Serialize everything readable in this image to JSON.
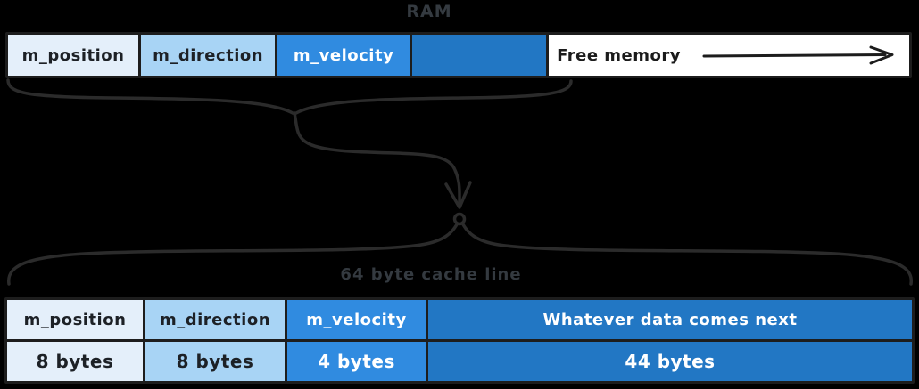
{
  "ram": {
    "title": "RAM",
    "segments": [
      {
        "label": "m_position"
      },
      {
        "label": "m_direction"
      },
      {
        "label": "m_velocity"
      },
      {
        "label": ""
      },
      {
        "label": "Free memory"
      }
    ]
  },
  "cache": {
    "brace_label": "64 byte cache line",
    "columns": [
      {
        "name": "m_position",
        "size": "8 bytes"
      },
      {
        "name": "m_direction",
        "size": "8 bytes"
      },
      {
        "name": "m_velocity",
        "size": "4 bytes"
      },
      {
        "name": "Whatever data comes next",
        "size": "44 bytes"
      }
    ]
  },
  "icons": {
    "free_memory_arrow": "right-arrow",
    "flow_arrow": "down-arrow",
    "brace_top": "curly-brace",
    "brace_bottom": "curly-brace"
  },
  "colors": {
    "background": "#000000",
    "stroke": "#1d1d1d",
    "decor_stroke": "#2b2b2b",
    "gray_label": "#343a40",
    "cell_very_light_blue": "#e4effa",
    "cell_light_blue": "#a8d4f5",
    "cell_medium_blue": "#308be0",
    "cell_dark_blue": "#2277c4",
    "cell_white": "#ffffff",
    "text_dark": "#1d2126",
    "text_light": "#ffffff"
  }
}
